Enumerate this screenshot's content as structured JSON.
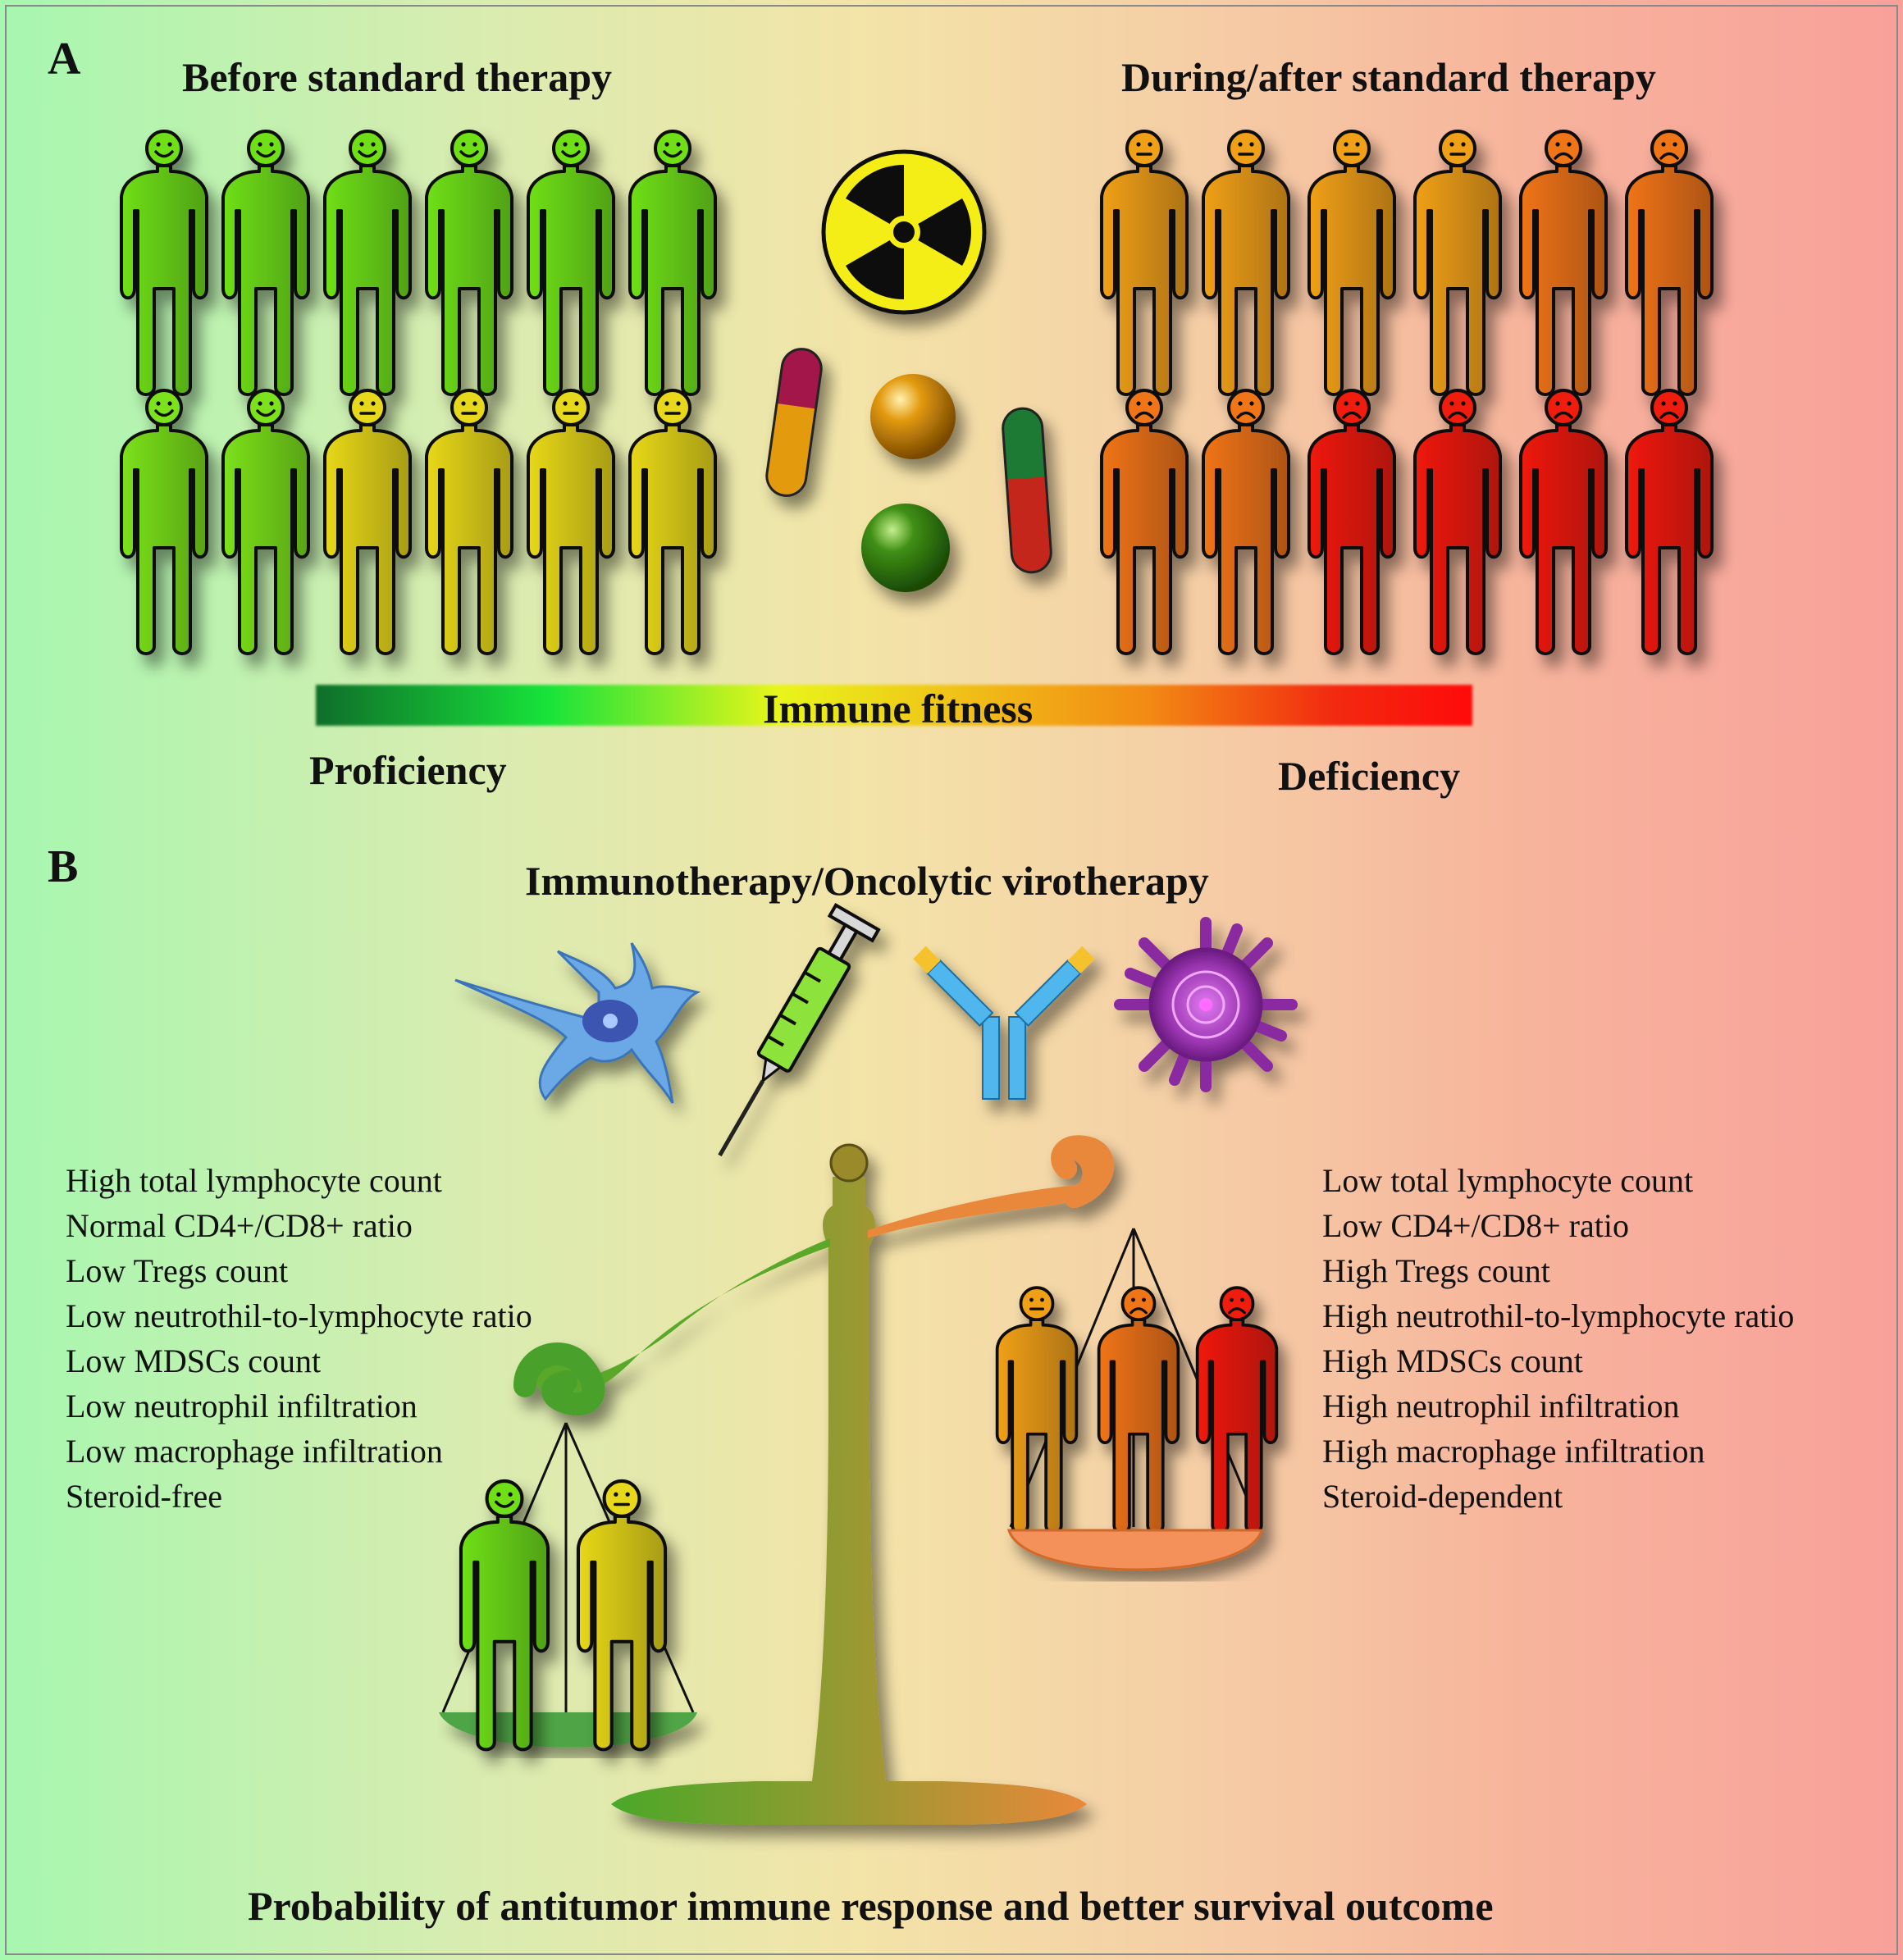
{
  "panel_a": {
    "letter": "A",
    "before_heading": "Before standard therapy",
    "after_heading": "During/after standard therapy",
    "bar_label": "Immune fitness",
    "proficiency_label": "Proficiency",
    "deficiency_label": "Deficiency",
    "before_people": [
      {
        "color": "#6fe019",
        "mood": "happy"
      },
      {
        "color": "#6fe019",
        "mood": "happy"
      },
      {
        "color": "#6fe019",
        "mood": "happy"
      },
      {
        "color": "#6fe019",
        "mood": "happy"
      },
      {
        "color": "#6fe019",
        "mood": "happy"
      },
      {
        "color": "#6fe019",
        "mood": "happy"
      },
      {
        "color": "#7ce21b",
        "mood": "happy"
      },
      {
        "color": "#7ce21b",
        "mood": "happy"
      },
      {
        "color": "#e8d81a",
        "mood": "neutral"
      },
      {
        "color": "#e8d81a",
        "mood": "neutral"
      },
      {
        "color": "#e8d81a",
        "mood": "neutral"
      },
      {
        "color": "#e8d81a",
        "mood": "neutral"
      }
    ],
    "after_people": [
      {
        "color": "#f0a018",
        "mood": "neutral"
      },
      {
        "color": "#f0a018",
        "mood": "neutral"
      },
      {
        "color": "#f0a018",
        "mood": "neutral"
      },
      {
        "color": "#f0a018",
        "mood": "neutral"
      },
      {
        "color": "#f07418",
        "mood": "sad"
      },
      {
        "color": "#f07418",
        "mood": "sad"
      },
      {
        "color": "#f07418",
        "mood": "sad"
      },
      {
        "color": "#f07418",
        "mood": "sad"
      },
      {
        "color": "#f01a10",
        "mood": "sad"
      },
      {
        "color": "#f01a10",
        "mood": "sad"
      },
      {
        "color": "#f01a10",
        "mood": "sad"
      },
      {
        "color": "#f01a10",
        "mood": "sad"
      }
    ]
  },
  "panel_b": {
    "letter": "B",
    "heading": "Immunotherapy/Oncolytic virotherapy",
    "icons": [
      "dendritic-cell-icon",
      "syringe-icon",
      "antibody-icon",
      "oncolytic-virus-icon"
    ],
    "left_factors": [
      "High total lymphocyte count",
      "Normal CD4+/CD8+ ratio",
      "Low Tregs count",
      "Low neutrothil-to-lymphocyte ratio",
      "Low MDSCs count",
      "Low neutrophil infiltration",
      "Low macrophage infiltration",
      "Steroid-free"
    ],
    "right_factors": [
      "Low total lymphocyte count",
      "Low CD4+/CD8+ ratio",
      "High Tregs count",
      "High neutrothil-to-lymphocyte ratio",
      "High MDSCs count",
      "High neutrophil infiltration",
      "High macrophage infiltration",
      "Steroid-dependent"
    ],
    "left_pan_people": [
      {
        "color": "#6fe019",
        "mood": "happy"
      },
      {
        "color": "#e8d81a",
        "mood": "neutral"
      }
    ],
    "right_pan_people": [
      {
        "color": "#f0a018",
        "mood": "neutral"
      },
      {
        "color": "#f07418",
        "mood": "sad"
      },
      {
        "color": "#f01a10",
        "mood": "sad"
      }
    ],
    "footer": "Probability of antitumor immune response and better survival outcome"
  }
}
